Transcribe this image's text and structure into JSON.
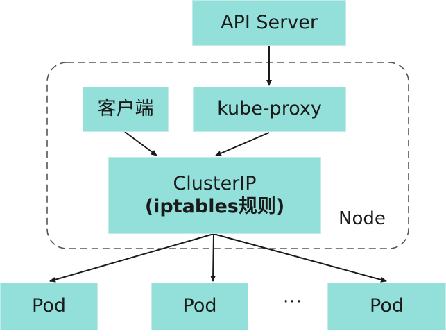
{
  "diagram": {
    "nodes": {
      "api_server": "API Server",
      "client": "客户端",
      "kube_proxy": "kube-proxy",
      "cluster_ip_line1": "ClusterIP",
      "cluster_ip_line2": "(iptables规则)",
      "pods": [
        "Pod",
        "Pod",
        "Pod"
      ],
      "ellipsis": "···"
    },
    "group_label": "Node",
    "edges": [
      {
        "from": "API Server",
        "to": "kube-proxy"
      },
      {
        "from": "客户端",
        "to": "ClusterIP"
      },
      {
        "from": "kube-proxy",
        "to": "ClusterIP"
      },
      {
        "from": "ClusterIP",
        "to": "Pod 1"
      },
      {
        "from": "ClusterIP",
        "to": "Pod 2"
      },
      {
        "from": "ClusterIP",
        "to": "Pod 3"
      }
    ],
    "colors": {
      "box_fill": "#93e0db",
      "line": "#1a1a1a",
      "dashed_border": "#555555"
    }
  }
}
